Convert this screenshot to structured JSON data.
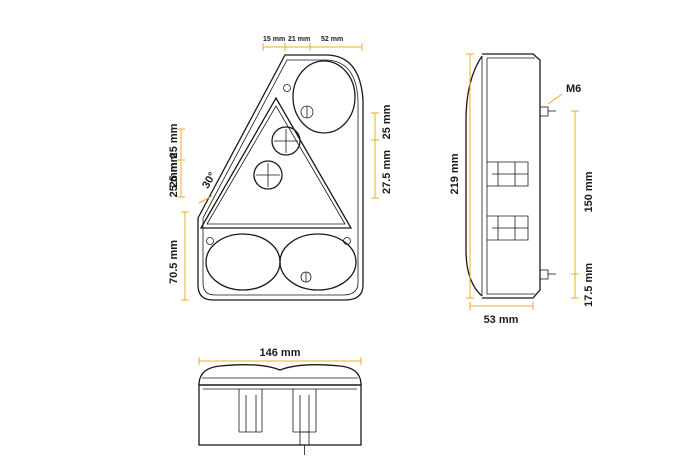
{
  "accent_color": "#f0a92e",
  "line_color": "#1a1a1a",
  "front_view": {
    "top_dims": [
      "15 mm",
      "21 mm",
      "52 mm"
    ],
    "left_dims": [
      "25 mm",
      "25 mm",
      "25 mm",
      "70.5 mm"
    ],
    "angle": "30°",
    "right_dims": [
      "25 mm",
      "27.5 mm"
    ]
  },
  "side_view": {
    "height": "219 mm",
    "bolt_label": "M6",
    "bolt_spacing": "150 mm",
    "bolt_offset": "17.5 mm",
    "depth": "53 mm"
  },
  "bottom_view": {
    "width": "146 mm"
  }
}
